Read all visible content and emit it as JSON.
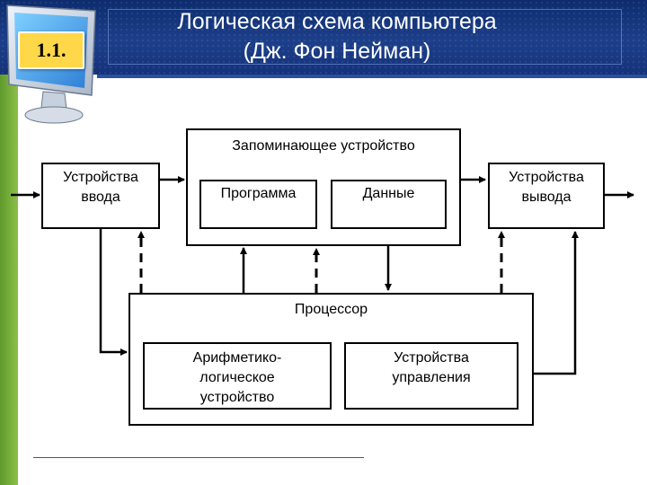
{
  "slide": {
    "badge": "1.1.",
    "title_line1": "Логическая схема компьютера",
    "title_line2": "(Дж. Фон Нейман)"
  },
  "diagram": {
    "memory": "Запоминающее устройство",
    "program": "Программа",
    "data": "Данные",
    "input_line1": "Устройства",
    "input_line2": "ввода",
    "output_line1": "Устройства",
    "output_line2": "вывода",
    "processor": "Процессор",
    "alu_line1": "Арифметико-",
    "alu_line2": "логическое",
    "alu_line3": "устройство",
    "cu_line1": "Устройства",
    "cu_line2": "управления"
  },
  "colors": {
    "header": "#1d3f8a",
    "accent_green": "#8cc04a",
    "badge": "#ffd84a"
  },
  "icons": [
    "monitor-icon"
  ]
}
